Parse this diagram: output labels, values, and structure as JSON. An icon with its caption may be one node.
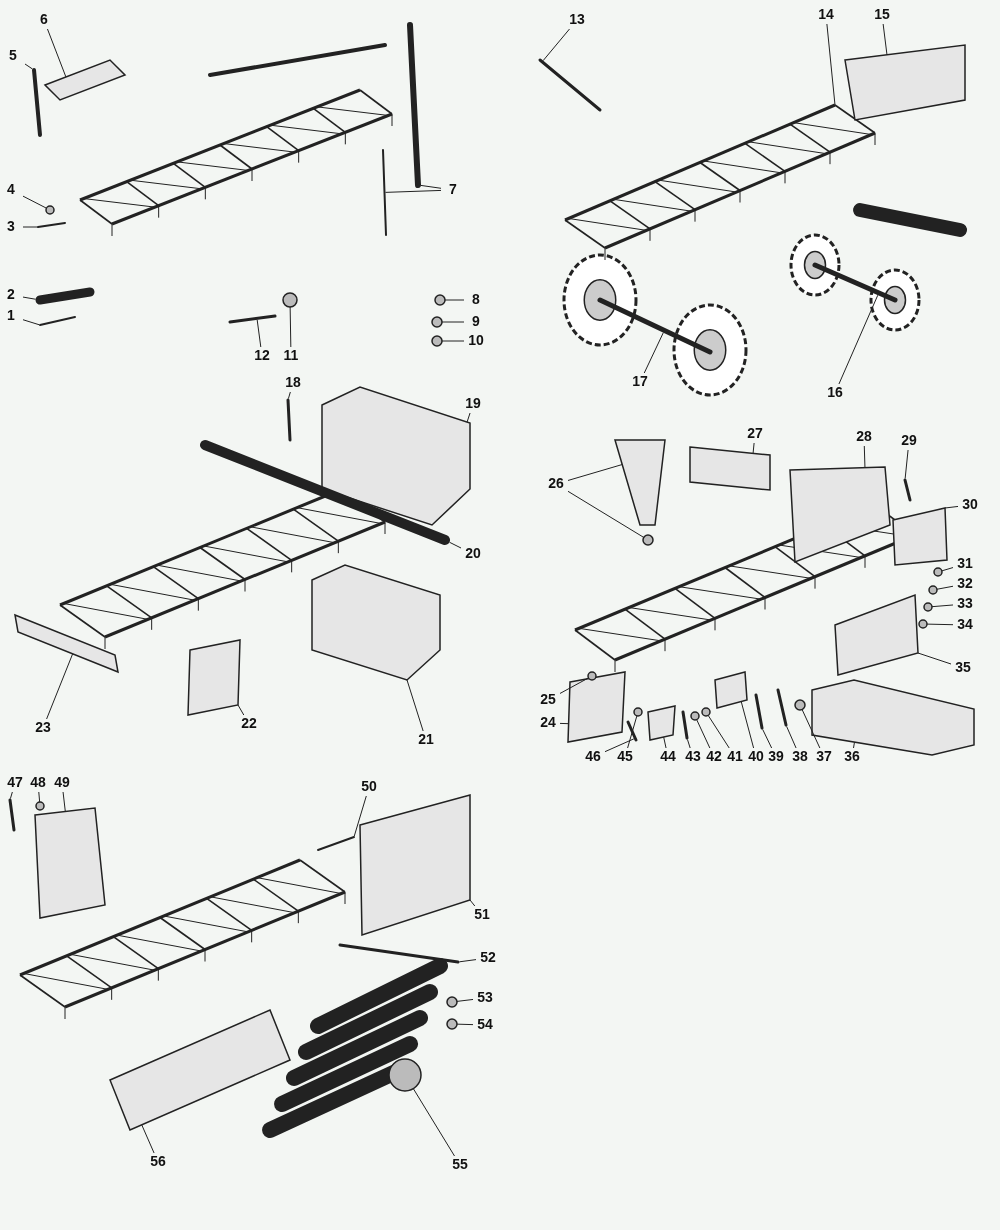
{
  "diagram": {
    "nodes": [
      {
        "text": [
          "1"
        ]
      },
      {
        "text": [
          "2"
        ]
      },
      {
        "text": [
          "3"
        ]
      },
      {
        "text": [
          "4"
        ]
      },
      {
        "text": [
          "5"
        ]
      },
      {
        "text": [
          "6"
        ]
      },
      {
        "text": [
          "7"
        ]
      },
      {
        "text": [
          "8"
        ]
      },
      {
        "text": [
          "9"
        ]
      },
      {
        "text": [
          "10"
        ]
      },
      {
        "text": [
          "11"
        ]
      },
      {
        "text": [
          "12"
        ]
      },
      {
        "text": [
          "13"
        ]
      },
      {
        "text": [
          "14"
        ]
      },
      {
        "text": [
          "15"
        ]
      },
      {
        "text": [
          "16"
        ]
      },
      {
        "text": [
          "17"
        ]
      },
      {
        "text": [
          "18"
        ]
      },
      {
        "text": [
          "19"
        ]
      },
      {
        "text": [
          "20"
        ]
      },
      {
        "text": [
          "21"
        ]
      },
      {
        "text": [
          "22"
        ]
      },
      {
        "text": [
          "23"
        ]
      },
      {
        "text": [
          "24"
        ]
      },
      {
        "text": [
          "25"
        ]
      },
      {
        "text": [
          "26"
        ]
      },
      {
        "text": [
          "27"
        ]
      },
      {
        "text": [
          "28"
        ]
      },
      {
        "text": [
          "29"
        ]
      },
      {
        "text": [
          "30"
        ]
      },
      {
        "text": [
          "31"
        ]
      },
      {
        "text": [
          "32"
        ]
      },
      {
        "text": [
          "33"
        ]
      },
      {
        "text": [
          "34"
        ]
      },
      {
        "text": [
          "35"
        ]
      },
      {
        "text": [
          "36"
        ]
      },
      {
        "text": [
          "37"
        ]
      },
      {
        "text": [
          "38"
        ]
      },
      {
        "text": [
          "39"
        ]
      },
      {
        "text": [
          "40"
        ]
      },
      {
        "text": [
          "41"
        ]
      },
      {
        "text": [
          "42"
        ]
      },
      {
        "text": [
          "43"
        ]
      },
      {
        "text": [
          "44"
        ]
      },
      {
        "text": [
          "45"
        ]
      },
      {
        "text": [
          "46"
        ]
      },
      {
        "text": [
          "47"
        ]
      },
      {
        "text": [
          "48"
        ]
      },
      {
        "text": [
          "49"
        ]
      },
      {
        "text": [
          "50"
        ]
      },
      {
        "text": [
          "51"
        ]
      },
      {
        "text": [
          "52"
        ]
      },
      {
        "text": [
          "53"
        ]
      },
      {
        "text": [
          "54"
        ]
      },
      {
        "text": [
          "55"
        ]
      },
      {
        "text": [
          "56"
        ]
      },
      {
        "text": [],
        "shape": "bar"
      },
      {
        "text": [],
        "shape": "bar"
      },
      {
        "text": [],
        "shape": "bar"
      },
      {
        "text": [],
        "shape": "circle"
      },
      {
        "text": [],
        "shape": "bar"
      },
      {
        "text": [],
        "shape": "box"
      },
      {
        "text": [],
        "shape": "bar"
      },
      {
        "text": [],
        "shape": "bar"
      },
      {
        "text": [],
        "shape": "circle"
      },
      {
        "text": [],
        "shape": "circle"
      },
      {
        "text": [],
        "shape": "circle"
      },
      {
        "text": [],
        "shape": "circle"
      },
      {
        "text": [],
        "shape": "bar"
      },
      {
        "text": [],
        "shape": "bar"
      },
      {
        "text": [],
        "shape": "picture"
      },
      {
        "text": [],
        "shape": "box"
      },
      {
        "text": [],
        "shape": "bar"
      },
      {
        "text": [],
        "shape": "bar"
      },
      {
        "text": [],
        "shape": "bar"
      },
      {
        "text": [],
        "shape": "box"
      },
      {
        "text": [],
        "shape": "bar"
      },
      {
        "text": [],
        "shape": "box"
      },
      {
        "text": [],
        "shape": "box"
      },
      {
        "text": [],
        "shape": "box"
      },
      {
        "text": [],
        "shape": "box"
      },
      {
        "text": [],
        "shape": "circle"
      },
      {
        "text": [],
        "shape": "box"
      },
      {
        "text": [],
        "shape": "box"
      },
      {
        "text": [],
        "shape": "box"
      },
      {
        "text": [],
        "shape": "bar"
      },
      {
        "text": [],
        "shape": "box"
      },
      {
        "text": [],
        "shape": "circle"
      },
      {
        "text": [],
        "shape": "circle"
      },
      {
        "text": [],
        "shape": "circle"
      },
      {
        "text": [],
        "shape": "circle"
      },
      {
        "text": [],
        "shape": "box"
      },
      {
        "text": [],
        "shape": "box"
      },
      {
        "text": [],
        "shape": "circle"
      },
      {
        "text": [],
        "shape": "bar"
      },
      {
        "text": [],
        "shape": "bar"
      },
      {
        "text": [],
        "shape": "box"
      },
      {
        "text": [],
        "shape": "circle"
      },
      {
        "text": [],
        "shape": "circle"
      },
      {
        "text": [],
        "shape": "bar"
      },
      {
        "text": [],
        "shape": "box"
      },
      {
        "text": [],
        "shape": "circle"
      },
      {
        "text": [],
        "shape": "bar"
      },
      {
        "text": [],
        "shape": "bar"
      },
      {
        "text": [],
        "shape": "circle"
      },
      {
        "text": [],
        "shape": "box"
      },
      {
        "text": [],
        "shape": "bar"
      },
      {
        "text": [],
        "shape": "box"
      },
      {
        "text": [],
        "shape": "bar"
      },
      {
        "text": [],
        "shape": "circle"
      },
      {
        "text": [],
        "shape": "circle"
      },
      {
        "text": [],
        "shape": "circle"
      },
      {
        "text": [],
        "shape": "box"
      },
      {
        "text": [],
        "shape": "circle"
      }
    ],
    "edges": [
      {
        "from": 0,
        "to": 56,
        "arrow": "none"
      },
      {
        "from": 1,
        "to": 57,
        "arrow": "none"
      },
      {
        "from": 2,
        "to": 58,
        "arrow": "none"
      },
      {
        "from": 3,
        "to": 59,
        "arrow": "none"
      },
      {
        "from": 4,
        "to": 60,
        "arrow": "none"
      },
      {
        "from": 5,
        "to": 61,
        "arrow": "none"
      },
      {
        "from": 6,
        "to": 62,
        "arrow": "none"
      },
      {
        "from": 6,
        "to": 63,
        "arrow": "none"
      },
      {
        "from": 7,
        "to": 64,
        "arrow": "none"
      },
      {
        "from": 8,
        "to": 65,
        "arrow": "none"
      },
      {
        "from": 9,
        "to": 66,
        "arrow": "none"
      },
      {
        "from": 10,
        "to": 67,
        "arrow": "none"
      },
      {
        "from": 11,
        "to": 68,
        "arrow": "none"
      },
      {
        "from": 12,
        "to": 69,
        "arrow": "none"
      },
      {
        "from": 13,
        "to": 70,
        "arrow": "none"
      },
      {
        "from": 14,
        "to": 71,
        "arrow": "none"
      },
      {
        "from": 15,
        "to": 72,
        "arrow": "none"
      },
      {
        "from": 16,
        "to": 73,
        "arrow": "none"
      },
      {
        "from": 17,
        "to": 74,
        "arrow": "none"
      },
      {
        "from": 18,
        "to": 75,
        "arrow": "none"
      },
      {
        "from": 19,
        "to": 76,
        "arrow": "none"
      },
      {
        "from": 20,
        "to": 77,
        "arrow": "none"
      },
      {
        "from": 21,
        "to": 78,
        "arrow": "none"
      },
      {
        "from": 22,
        "to": 79,
        "arrow": "none"
      },
      {
        "from": 23,
        "to": 80,
        "arrow": "none"
      },
      {
        "from": 24,
        "to": 81,
        "arrow": "none"
      },
      {
        "from": 25,
        "to": 82,
        "arrow": "none"
      },
      {
        "from": 25,
        "to": 113,
        "arrow": "none"
      },
      {
        "from": 26,
        "to": 83,
        "arrow": "none"
      },
      {
        "from": 27,
        "to": 84,
        "arrow": "none"
      },
      {
        "from": 28,
        "to": 85,
        "arrow": "none"
      },
      {
        "from": 29,
        "to": 86,
        "arrow": "none"
      },
      {
        "from": 30,
        "to": 87,
        "arrow": "none"
      },
      {
        "from": 31,
        "to": 88,
        "arrow": "none"
      },
      {
        "from": 32,
        "to": 89,
        "arrow": "none"
      },
      {
        "from": 33,
        "to": 90,
        "arrow": "none"
      },
      {
        "from": 34,
        "to": 91,
        "arrow": "none"
      },
      {
        "from": 35,
        "to": 92,
        "arrow": "none"
      },
      {
        "from": 36,
        "to": 93,
        "arrow": "none"
      },
      {
        "from": 37,
        "to": 94,
        "arrow": "none"
      },
      {
        "from": 38,
        "to": 95,
        "arrow": "none"
      },
      {
        "from": 39,
        "to": 96,
        "arrow": "none"
      },
      {
        "from": 40,
        "to": 97,
        "arrow": "none"
      },
      {
        "from": 41,
        "to": 98,
        "arrow": "none"
      },
      {
        "from": 42,
        "to": 99,
        "arrow": "none"
      },
      {
        "from": 43,
        "to": 100,
        "arrow": "none"
      },
      {
        "from": 44,
        "to": 101,
        "arrow": "none"
      },
      {
        "from": 45,
        "to": 102,
        "arrow": "none"
      },
      {
        "from": 46,
        "to": 103,
        "arrow": "none"
      },
      {
        "from": 47,
        "to": 104,
        "arrow": "none"
      },
      {
        "from": 48,
        "to": 105,
        "arrow": "none"
      },
      {
        "from": 49,
        "to": 106,
        "arrow": "none"
      },
      {
        "from": 50,
        "to": 107,
        "arrow": "none"
      },
      {
        "from": 51,
        "to": 108,
        "arrow": "none"
      },
      {
        "from": 52,
        "to": 109,
        "arrow": "none"
      },
      {
        "from": 53,
        "to": 110,
        "arrow": "none"
      },
      {
        "from": 54,
        "to": 111,
        "arrow": "none"
      },
      {
        "from": 55,
        "to": 112,
        "arrow": "none"
      }
    ]
  }
}
